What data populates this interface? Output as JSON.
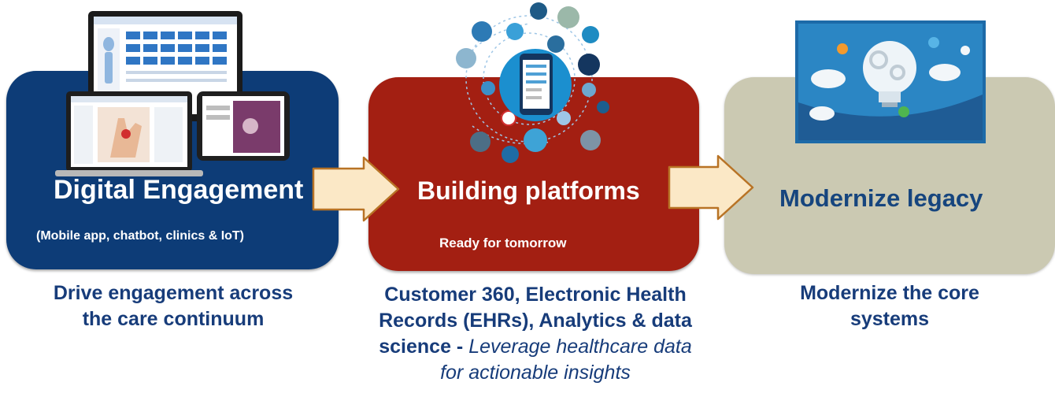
{
  "stages": [
    {
      "title": "Digital Engagement",
      "subtitle": "(Mobile app, chatbot, clinics & IoT)",
      "caption_lines": [
        "Drive engagement across",
        "the care continuum"
      ]
    },
    {
      "title": "Building platforms",
      "subtitle": "Ready for tomorrow",
      "caption_lines": [
        "Customer 360, Electronic Health",
        "Records (EHRs), Analytics & data"
      ],
      "caption_bold_prefix": "science - ",
      "caption_italic_lines": [
        "Leverage healthcare data",
        "for actionable insights"
      ]
    },
    {
      "title": "Modernize legacy",
      "caption_lines": [
        "Modernize the core",
        "systems"
      ]
    }
  ],
  "colors": {
    "stage1": "#0d3c77",
    "stage2": "#a31f12",
    "stage3": "#cbc9b2",
    "caption": "#173c7a",
    "arrow_fill": "#fbe8c6",
    "arrow_stroke": "#b87325"
  },
  "icons": [
    "monitor-icon",
    "laptop-icon",
    "tablet-icon",
    "smartphone-icon",
    "network-icon",
    "lightbulb-icon",
    "gear-icon",
    "cloud-icon"
  ]
}
